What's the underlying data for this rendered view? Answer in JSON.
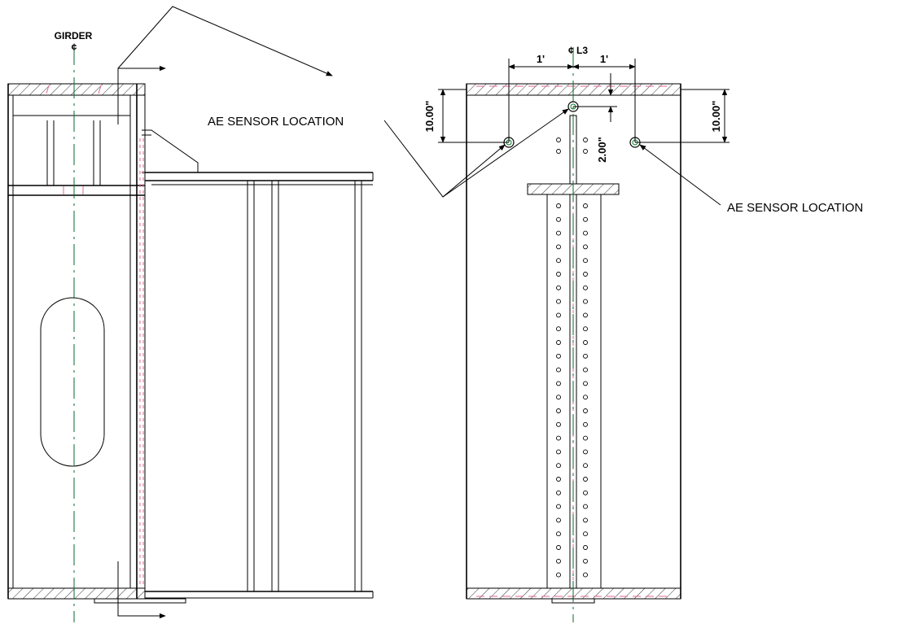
{
  "labels": {
    "girder": "GIRDER",
    "centerline_symbol": "¢",
    "centerline_l3": "¢ L3",
    "ae_sensor_left": "AE SENSOR LOCATION",
    "ae_sensor_right": "AE SENSOR LOCATION"
  },
  "dimensions": {
    "spacing_left": "1'",
    "spacing_right": "1'",
    "depth_left": "10.00\"",
    "depth_right": "10.00\"",
    "sensor_offset": "2.00\""
  },
  "colors": {
    "line": "#000000",
    "centerline": "#0a6a2a",
    "weld": "#e0679a"
  }
}
